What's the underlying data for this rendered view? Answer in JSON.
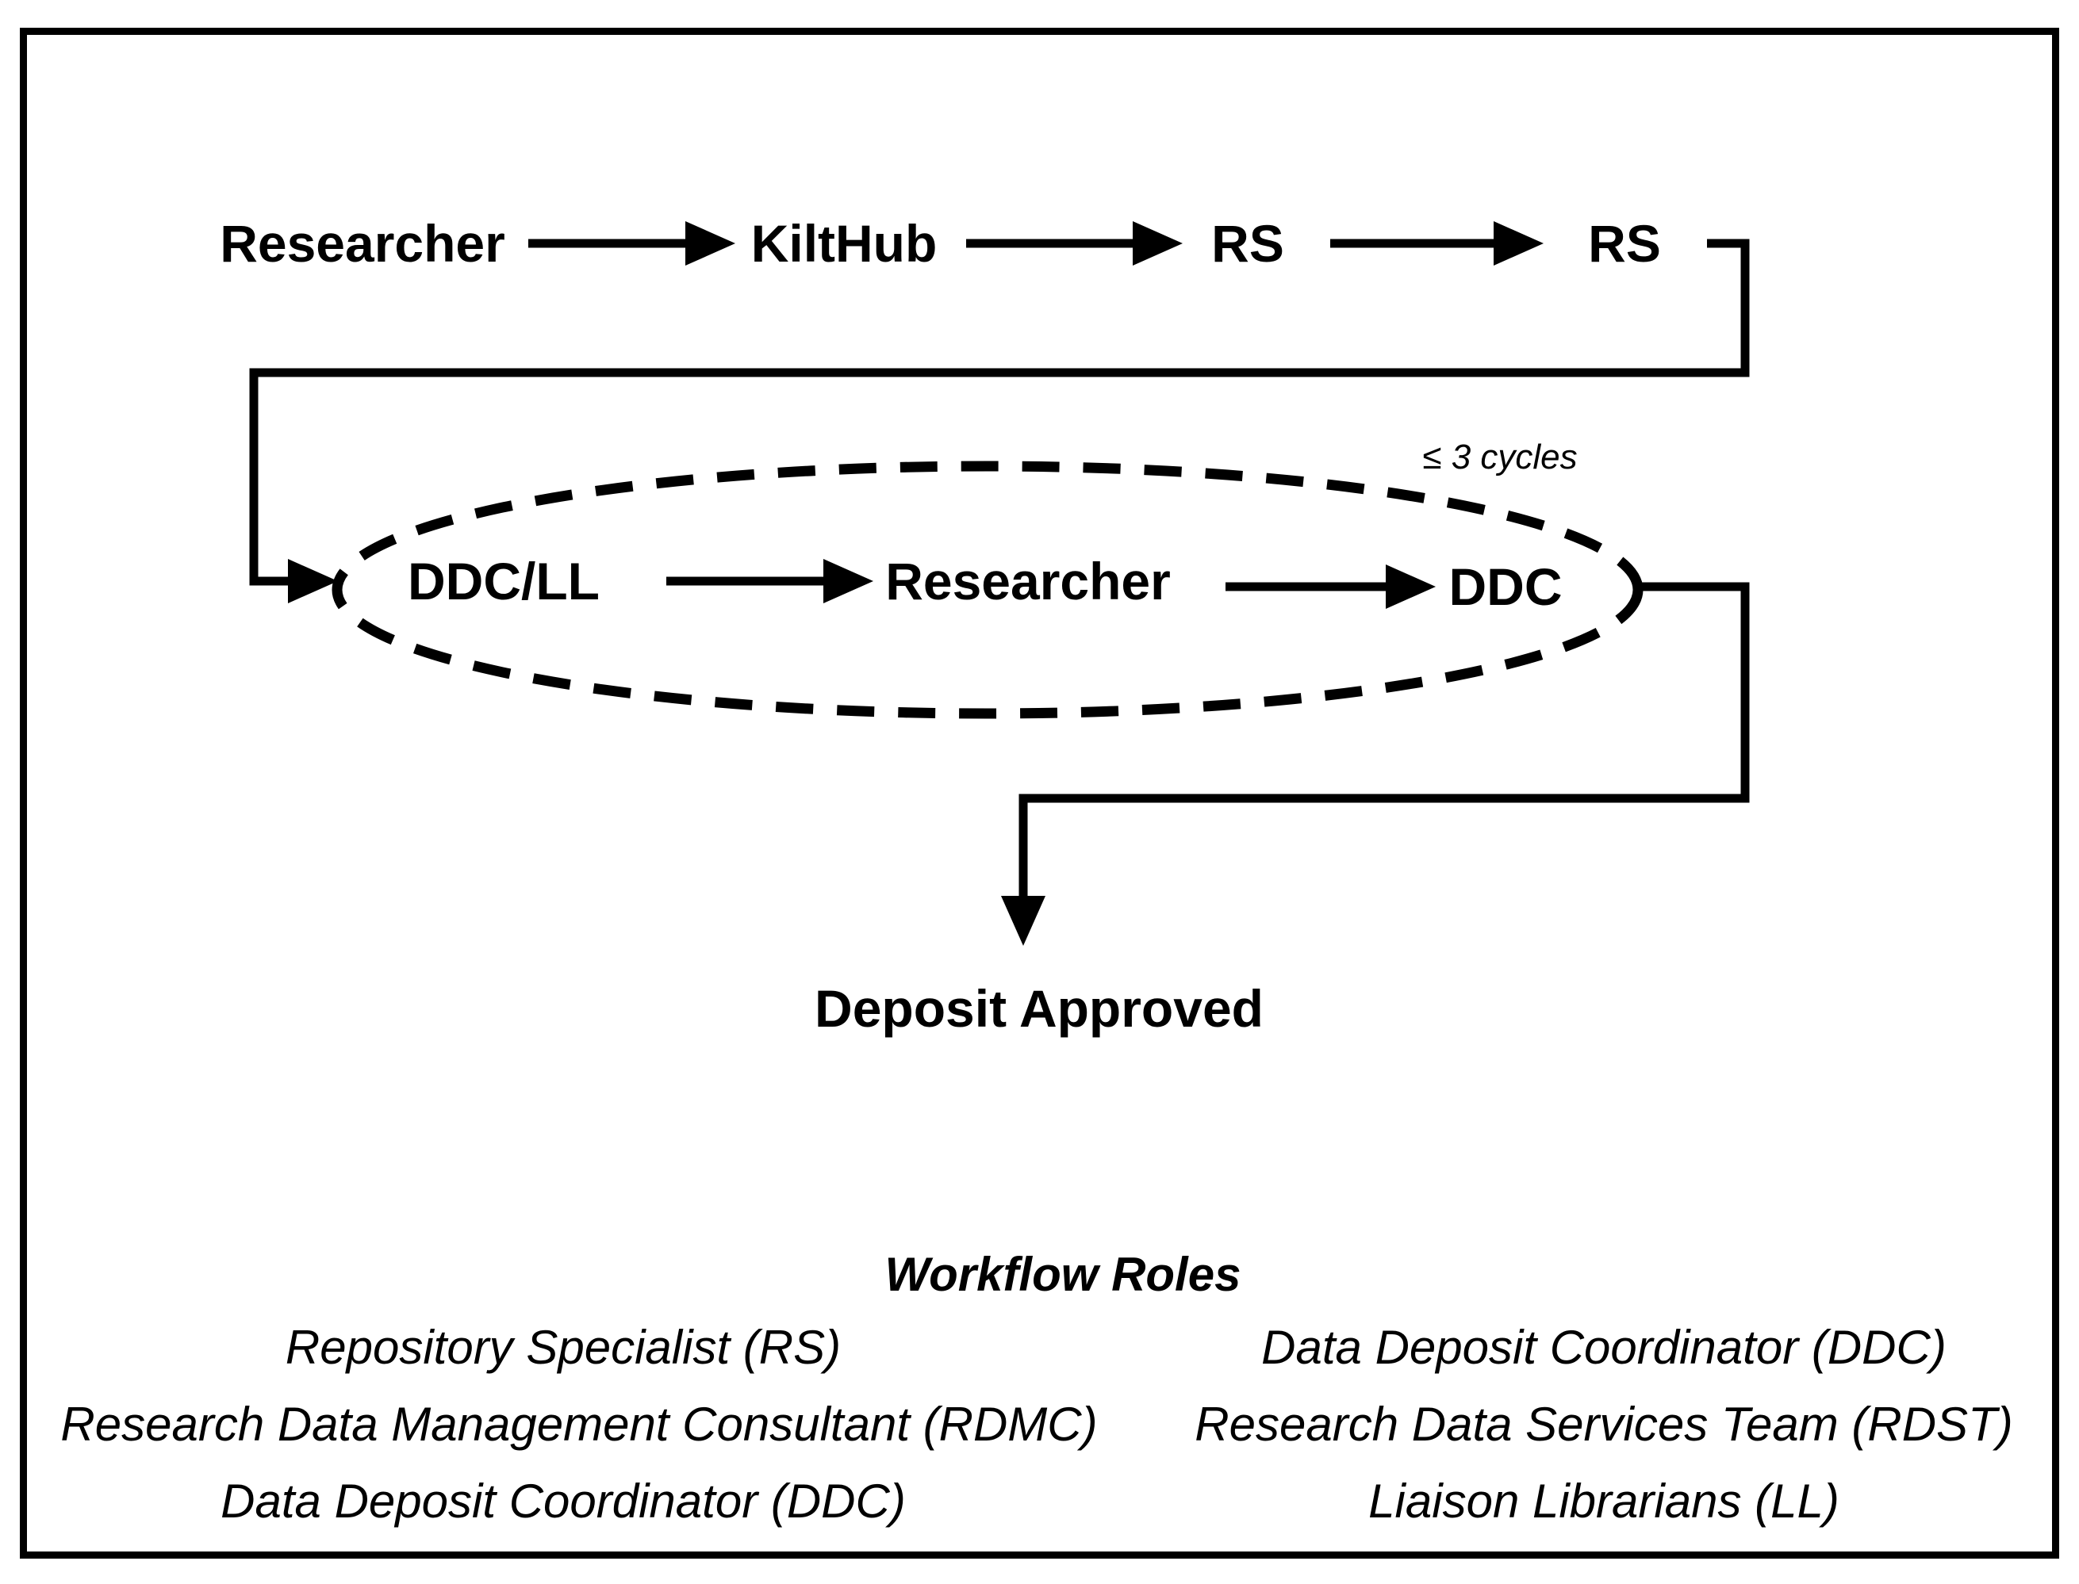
{
  "diagram": {
    "background_color": "#ffffff",
    "line_color": "#000000",
    "top_flow": {
      "nodes": [
        "Researcher",
        "KiltHub",
        "RS",
        "RS"
      ]
    },
    "review_loop": {
      "annotation": "≤ 3 cycles",
      "nodes": [
        "DDC/LL",
        "Researcher",
        "DDC"
      ]
    },
    "terminal_label": "Deposit Approved",
    "legend": {
      "title": "Workflow Roles",
      "left_column": [
        "Repository Specialist (RS)",
        "Research Data Management Consultant (RDMC)",
        "Data Deposit Coordinator (DDC)"
      ],
      "right_column": [
        "Data Deposit Coordinator (DDC)",
        "Research Data Services Team (RDST)",
        "Liaison Librarians (LL)"
      ]
    }
  }
}
